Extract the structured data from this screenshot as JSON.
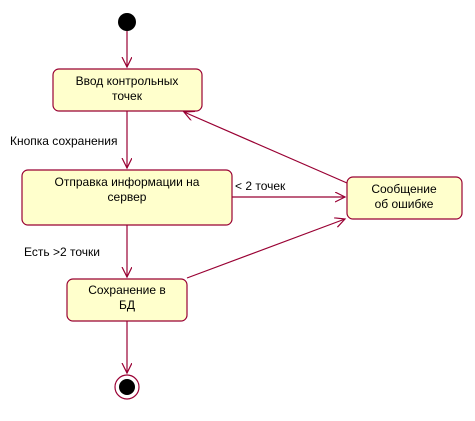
{
  "diagram": {
    "colors": {
      "state_fill": "#ffffcc",
      "state_border": "#990033",
      "edge": "#990033",
      "initial_node": "#000000",
      "text": "#000000"
    },
    "states": {
      "input": {
        "line1": "Ввод контрольных",
        "line2": "точек"
      },
      "send": {
        "line1": "Отправка информации на",
        "line2": "сервер"
      },
      "save": {
        "line1": "Сохранение в",
        "line2": "БД"
      },
      "error": {
        "line1": "Сообщение",
        "line2": "об ошибке"
      }
    },
    "edges": {
      "save_button": "Кнопка сохранения",
      "less_than_two": "< 2 точек",
      "more_than_two": "Есть >2 точки"
    }
  }
}
